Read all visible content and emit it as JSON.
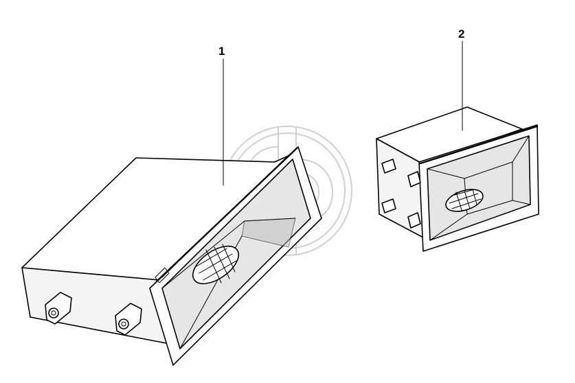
{
  "diagram": {
    "callouts": [
      {
        "id": "part-1",
        "label": "1"
      },
      {
        "id": "part-2",
        "label": "2"
      }
    ],
    "colors": {
      "line": "#000000",
      "watermark": "#c8c8c8",
      "background": "#ffffff"
    }
  }
}
